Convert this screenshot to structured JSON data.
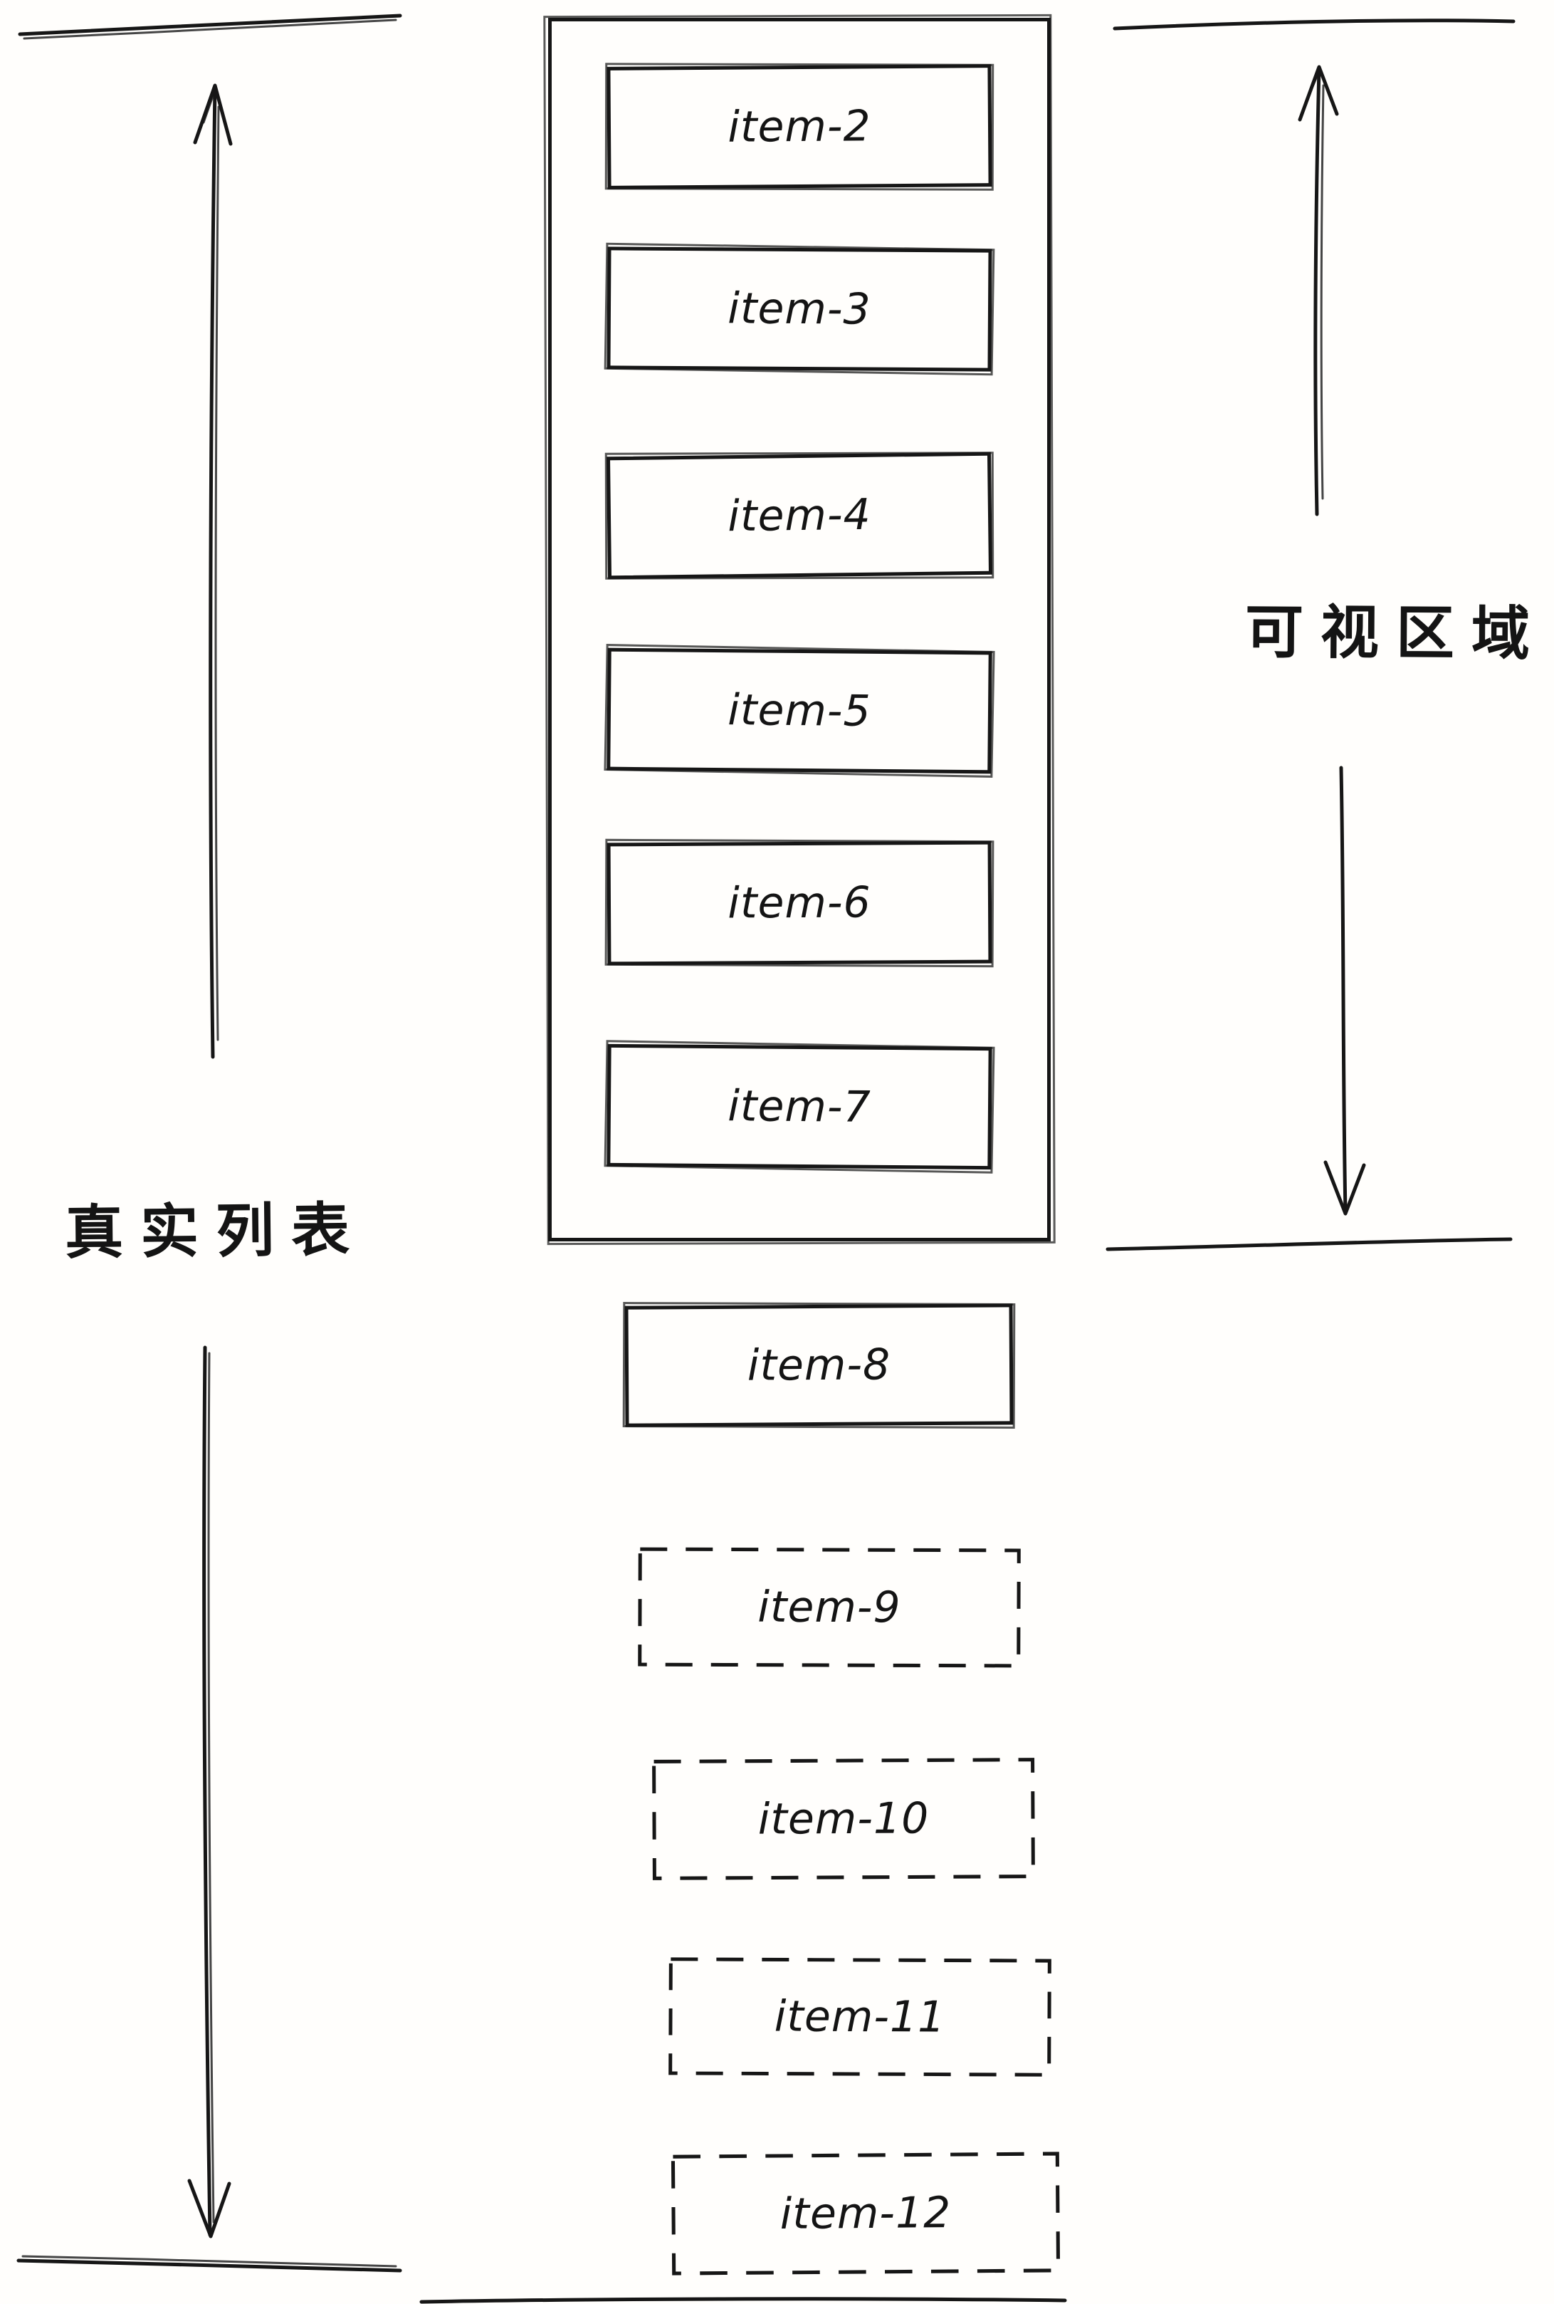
{
  "colors": {
    "ink": "#161616",
    "background": "#ffffff"
  },
  "labels": {
    "real_list": "真实列表",
    "visible_area": "可视区域"
  },
  "viewport": {
    "items": [
      "item-2",
      "item-3",
      "item-4",
      "item-5",
      "item-6",
      "item-7"
    ]
  },
  "below_viewport": {
    "rendered_items": [
      "item-8"
    ],
    "placeholder_items": [
      "item-9",
      "item-10",
      "item-11",
      "item-12"
    ]
  }
}
